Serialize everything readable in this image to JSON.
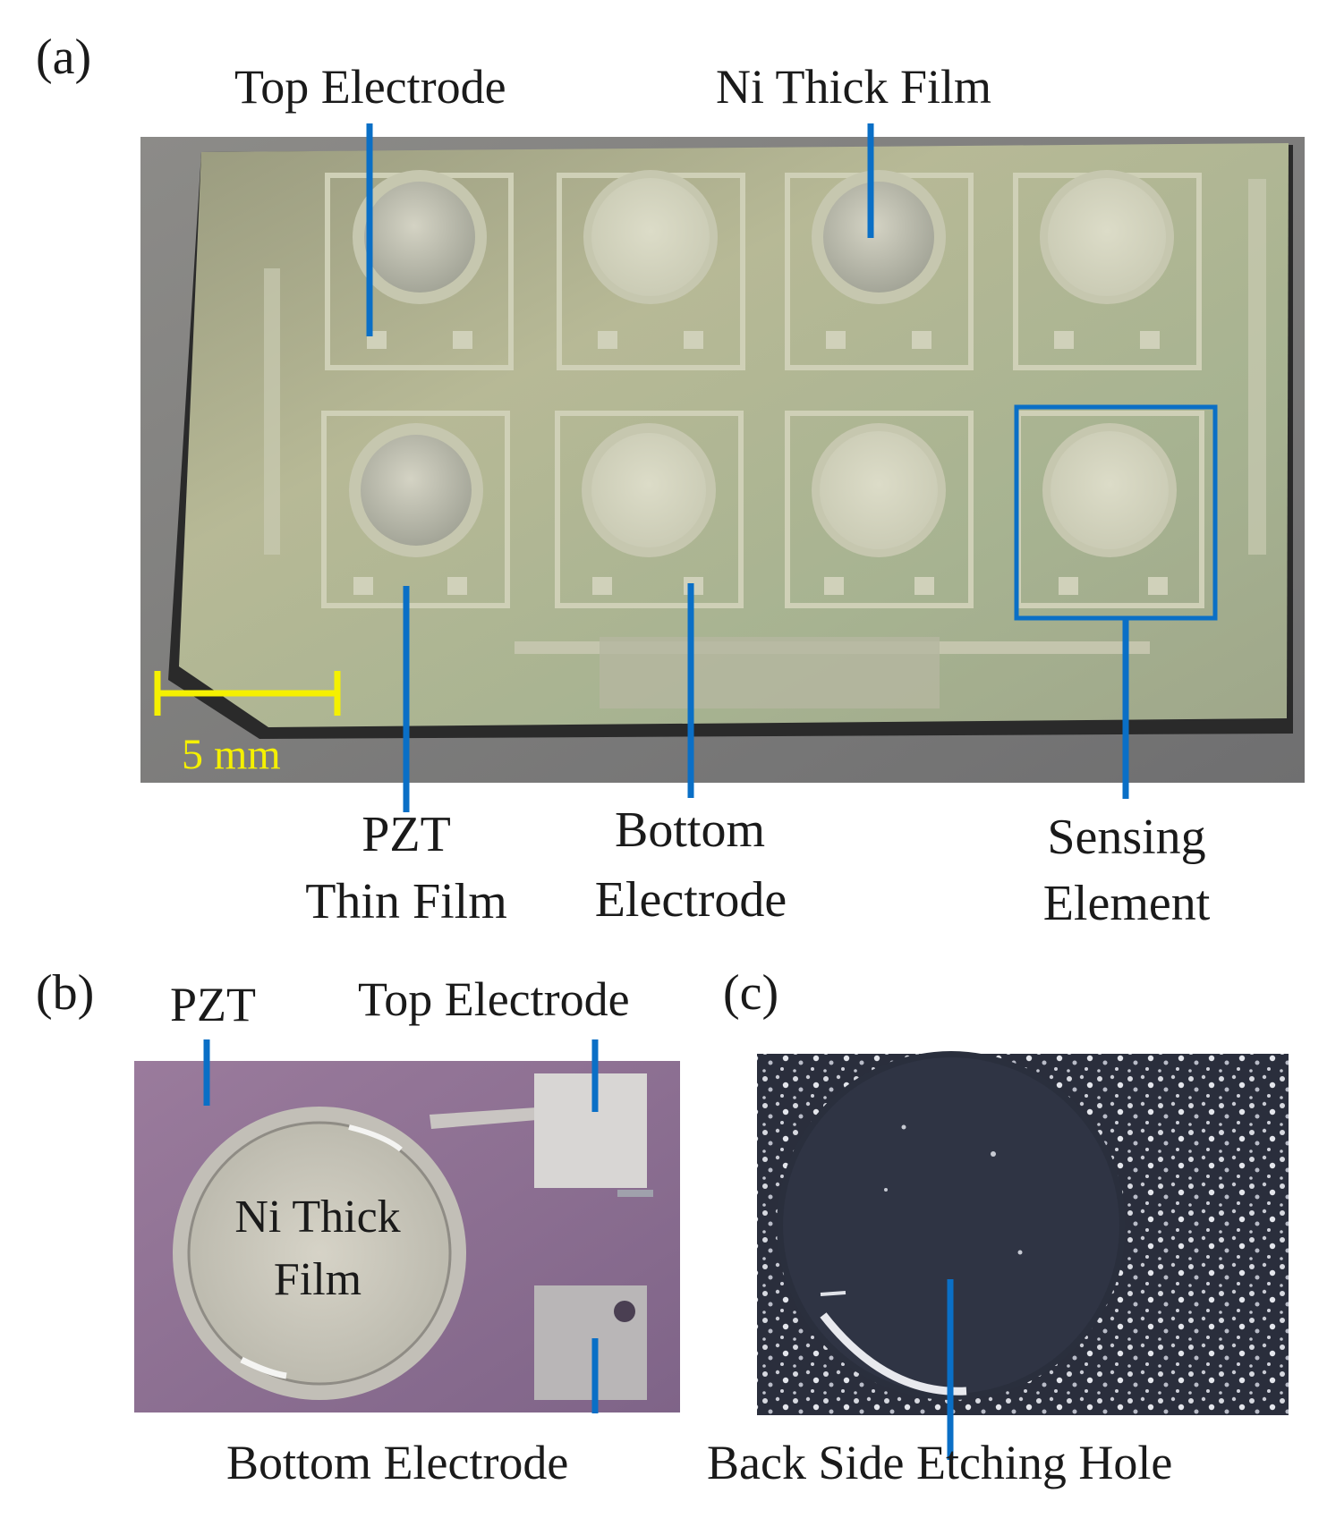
{
  "panels": {
    "a": {
      "tag": "(a)",
      "labels": {
        "top_electrode": "Top Electrode",
        "ni_thick_film": "Ni Thick Film",
        "pzt_line1": "PZT",
        "pzt_line2": "Thin Film",
        "bottom_line1": "Bottom",
        "bottom_line2": "Electrode",
        "sensing_line1": "Sensing",
        "sensing_line2": "Element"
      },
      "scale_bar": "5 mm"
    },
    "b": {
      "tag": "(b)",
      "labels": {
        "pzt": "PZT",
        "top_electrode": "Top Electrode",
        "ni_line1": "Ni Thick",
        "ni_line2": "Film",
        "bottom_electrode": "Bottom Electrode"
      }
    },
    "c": {
      "tag": "(c)",
      "labels": {
        "etching_hole": "Back Side Etching Hole"
      }
    }
  },
  "colors": {
    "annotation_line": "#0a6fc6",
    "scale_bar": "#f5f000",
    "chip_green": "#a9ad8a",
    "chip_purple": "#8e6e93",
    "back_dark": "#2c3140"
  }
}
